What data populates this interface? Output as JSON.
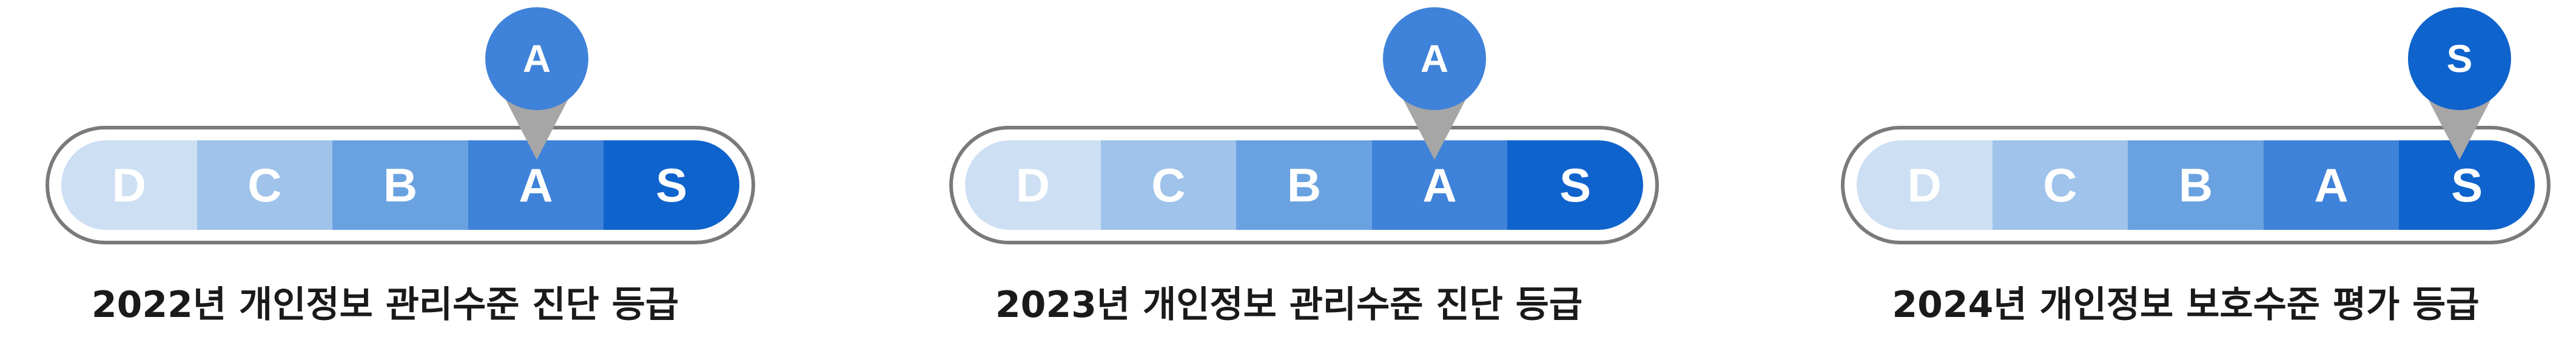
{
  "colors": {
    "D": "#cddff3",
    "C": "#9fc3ea",
    "B": "#6aa2e1",
    "A": "#3f82d9",
    "S": "#0f63cc",
    "outline": "#7a7a7a",
    "pointer": "#a6a6a6"
  },
  "panels": [
    {
      "grades": [
        "D",
        "C",
        "B",
        "A",
        "S"
      ],
      "selected": "A",
      "marker_label": "A",
      "caption": "2022년 개인정보 관리수준 진단 등급"
    },
    {
      "grades": [
        "D",
        "C",
        "B",
        "A",
        "S"
      ],
      "selected": "A",
      "marker_label": "A",
      "caption": "2023년 개인정보 관리수준 진단 등급"
    },
    {
      "grades": [
        "D",
        "C",
        "B",
        "A",
        "S"
      ],
      "selected": "S",
      "marker_label": "S",
      "caption": "2024년 개인정보 보호수준 평가 등급"
    }
  ]
}
